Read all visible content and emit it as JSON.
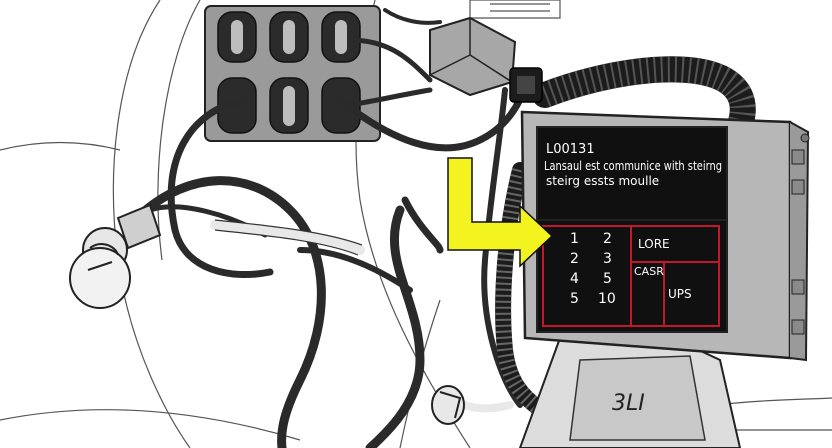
{
  "screen": {
    "lines": [
      "L00131",
      "Lansaul est communice with steirng",
      "steirg essts moulle"
    ]
  },
  "grid": {
    "numbers_col1": [
      "1",
      "2",
      "4",
      "5"
    ],
    "numbers_col2": [
      "2",
      "3",
      "5",
      "10"
    ],
    "labels": {
      "lore": "LORE",
      "casr": "CASR",
      "ups": "UPS"
    }
  },
  "bracket_label": "3LI",
  "colors": {
    "arrow": "#f3f31f",
    "module_body": "#b7b7b7",
    "panel": "#101010",
    "grid_border": "#c2182b",
    "cable": "#2a2a2a",
    "fuse_box": "#9a9a9a"
  },
  "icons": [
    "bulb-icon",
    "connector-plug-icon",
    "arrow-icon"
  ]
}
